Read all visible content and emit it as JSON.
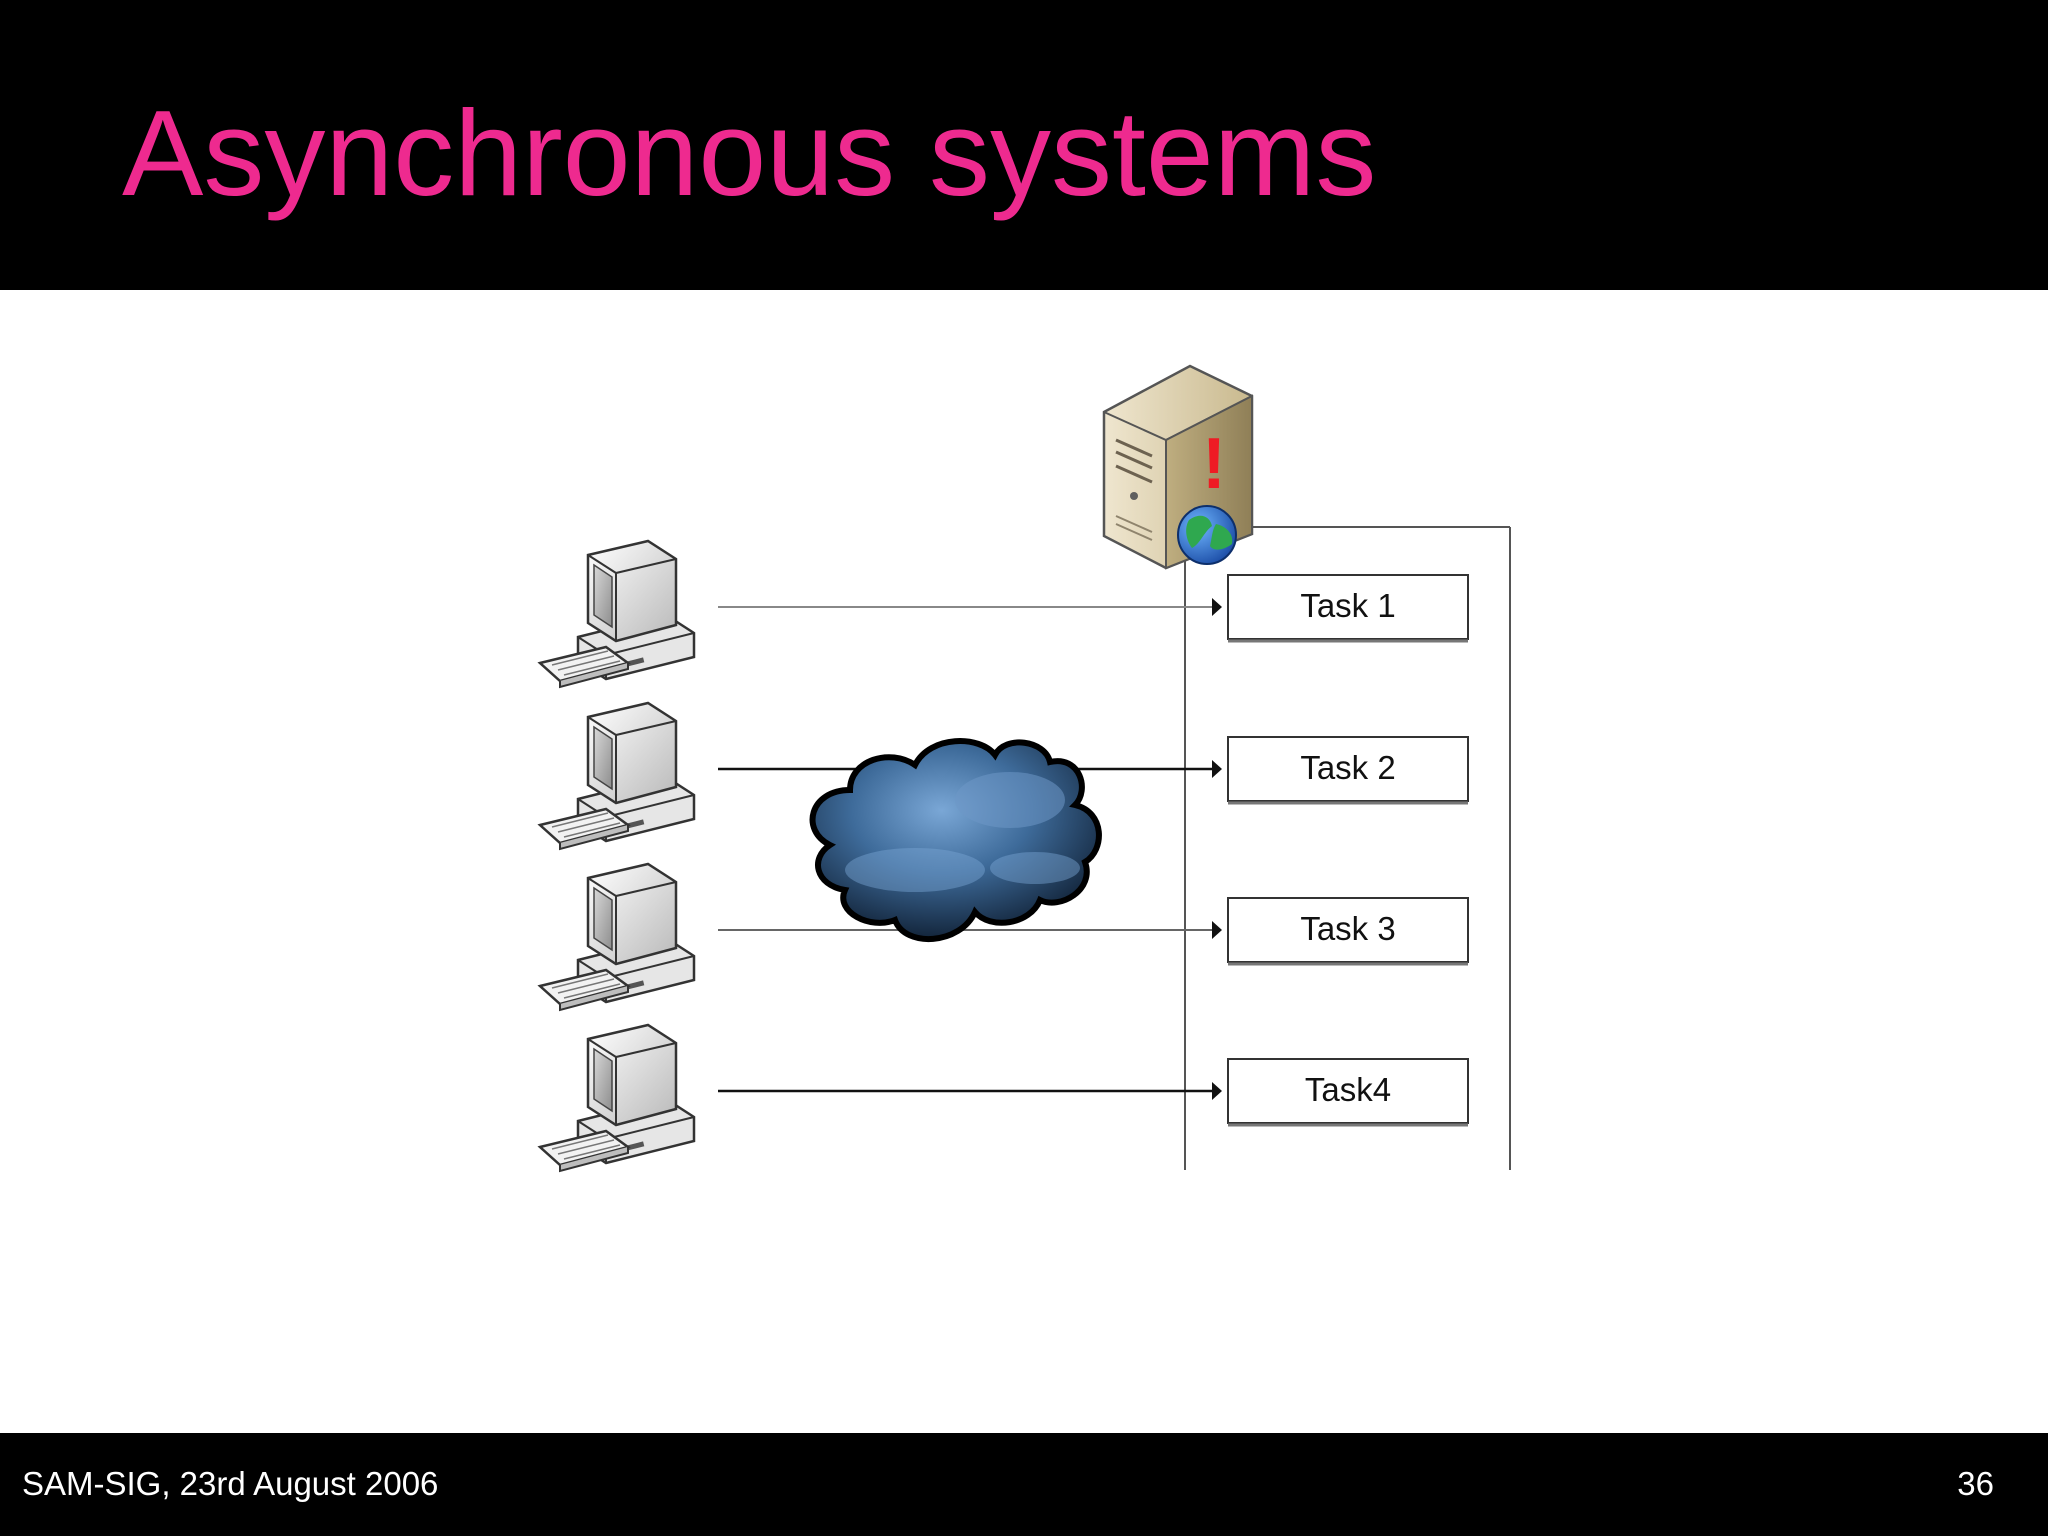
{
  "slide": {
    "title": "Asynchronous systems",
    "footer_left": "SAM-SIG, 23rd August 2006",
    "page_number": "36"
  },
  "diagram": {
    "tasks": [
      "Task 1",
      "Task 2",
      "Task 3",
      "Task4"
    ],
    "server_alert": "!",
    "icons": {
      "client": "desktop-computer-icon",
      "server": "server-icon",
      "network": "cloud-icon",
      "globe": "globe-icon"
    }
  },
  "colors": {
    "title": "#ee2a8f",
    "background_bars": "#000000",
    "footer_text": "#ffffff"
  }
}
